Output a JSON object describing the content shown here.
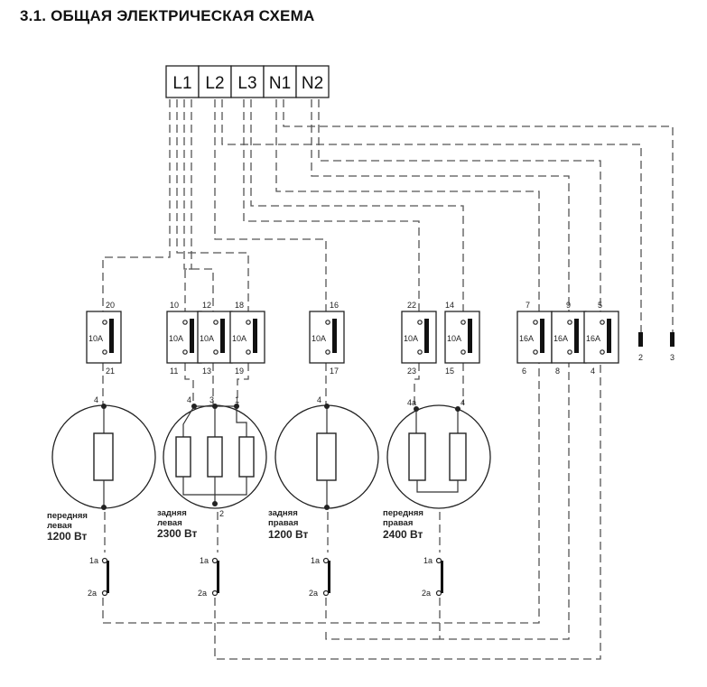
{
  "title": "3.1. ОБЩАЯ ЭЛЕКТРИЧЕСКАЯ СХЕМА",
  "terminals": [
    "L1",
    "L2",
    "L3",
    "N1",
    "N2"
  ],
  "switches": [
    {
      "top": "20",
      "bottom": "21",
      "rating": "10A"
    },
    {
      "top": "10",
      "bottom": "11",
      "rating": "10A"
    },
    {
      "top": "12",
      "bottom": "13",
      "rating": "10A"
    },
    {
      "top": "18",
      "bottom": "19",
      "rating": "10A"
    },
    {
      "top": "16",
      "bottom": "17",
      "rating": "10A"
    },
    {
      "top": "22",
      "bottom": "23",
      "rating": "10A"
    },
    {
      "top": "14",
      "bottom": "15",
      "rating": "10A"
    },
    {
      "top": "7",
      "bottom": "6",
      "rating": "16A"
    },
    {
      "top": "9",
      "bottom": "8",
      "rating": "16A"
    },
    {
      "top": "5",
      "bottom": "4",
      "rating": "16A"
    }
  ],
  "extra_contacts": [
    "2",
    "3"
  ],
  "hotplates": [
    {
      "name_line1": "передняя",
      "name_line2": "левая",
      "power": "1200 Вт",
      "terms": [
        "4"
      ]
    },
    {
      "name_line1": "задняя",
      "name_line2": "левая",
      "power": "2300 Вт",
      "terms": [
        "4",
        "3",
        "1",
        "2"
      ]
    },
    {
      "name_line1": "задняя",
      "name_line2": "правая",
      "power": "1200 Вт",
      "terms": [
        "4"
      ]
    },
    {
      "name_line1": "передняя",
      "name_line2": "правая",
      "power": "2400 Вт",
      "terms": [
        "4a",
        "4"
      ]
    }
  ],
  "thermo_labels": [
    "1a",
    "2a"
  ],
  "colors": {
    "line": "#555555",
    "ink": "#222222"
  }
}
